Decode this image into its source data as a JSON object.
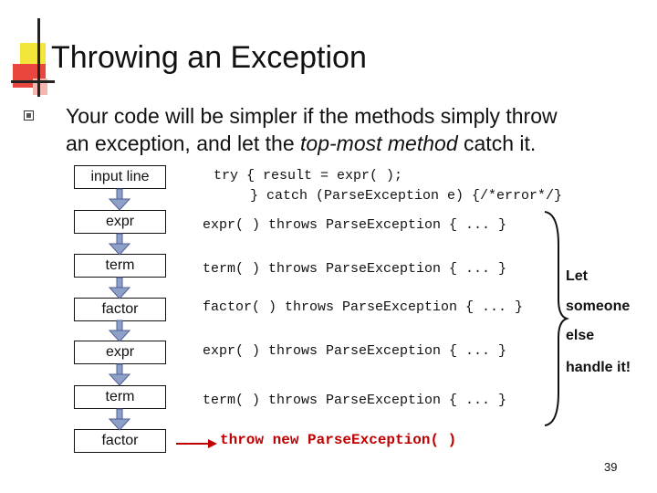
{
  "slide": {
    "title": "Throwing an Exception",
    "bullet_line1": "Your code will be simpler if the methods simply throw",
    "bullet_line2_before": "an exception, and let the ",
    "bullet_line2_em": "top-most method",
    "bullet_line2_after": " catch it.",
    "page_number": "39"
  },
  "stack_boxes": [
    "input line",
    "expr",
    "term",
    "factor",
    "expr",
    "term",
    "factor"
  ],
  "code": {
    "try_line1": "try { result = expr( );",
    "try_line2": "} catch (ParseException e) {/*error*/}",
    "lines": [
      "expr( ) throws ParseException { ... }",
      "term( ) throws ParseException { ... }",
      "factor( ) throws ParseException { ... }",
      "expr( ) throws ParseException { ... }",
      "term( ) throws ParseException { ... }"
    ],
    "throw_line": "throw new ParseException( )"
  },
  "side_note": {
    "line1": "Let",
    "line2": "someone",
    "line3": "else",
    "line4": "handle it!"
  },
  "colors": {
    "throw_red": "#c00000",
    "arrow_blue_gray": "#6b7db0",
    "accent_yellow": "#f2e63a",
    "accent_red": "#e8463f"
  }
}
